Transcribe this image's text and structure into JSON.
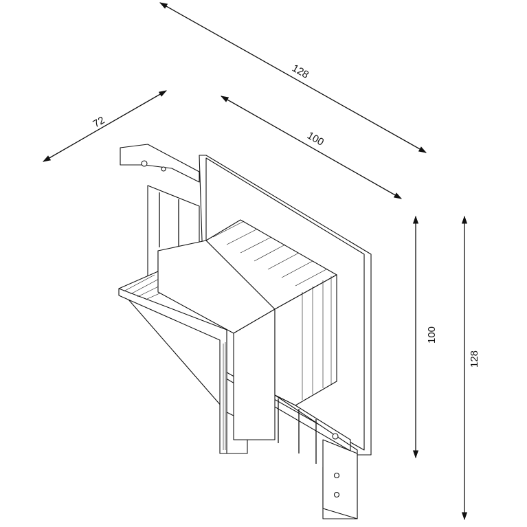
{
  "dimensions": {
    "overall_length_top": "128",
    "width_left": "72",
    "inner_length_top": "100",
    "inner_height_right": "100",
    "overall_height_right": "128"
  },
  "colors": {
    "line": "#111111",
    "background": "#ffffff"
  }
}
